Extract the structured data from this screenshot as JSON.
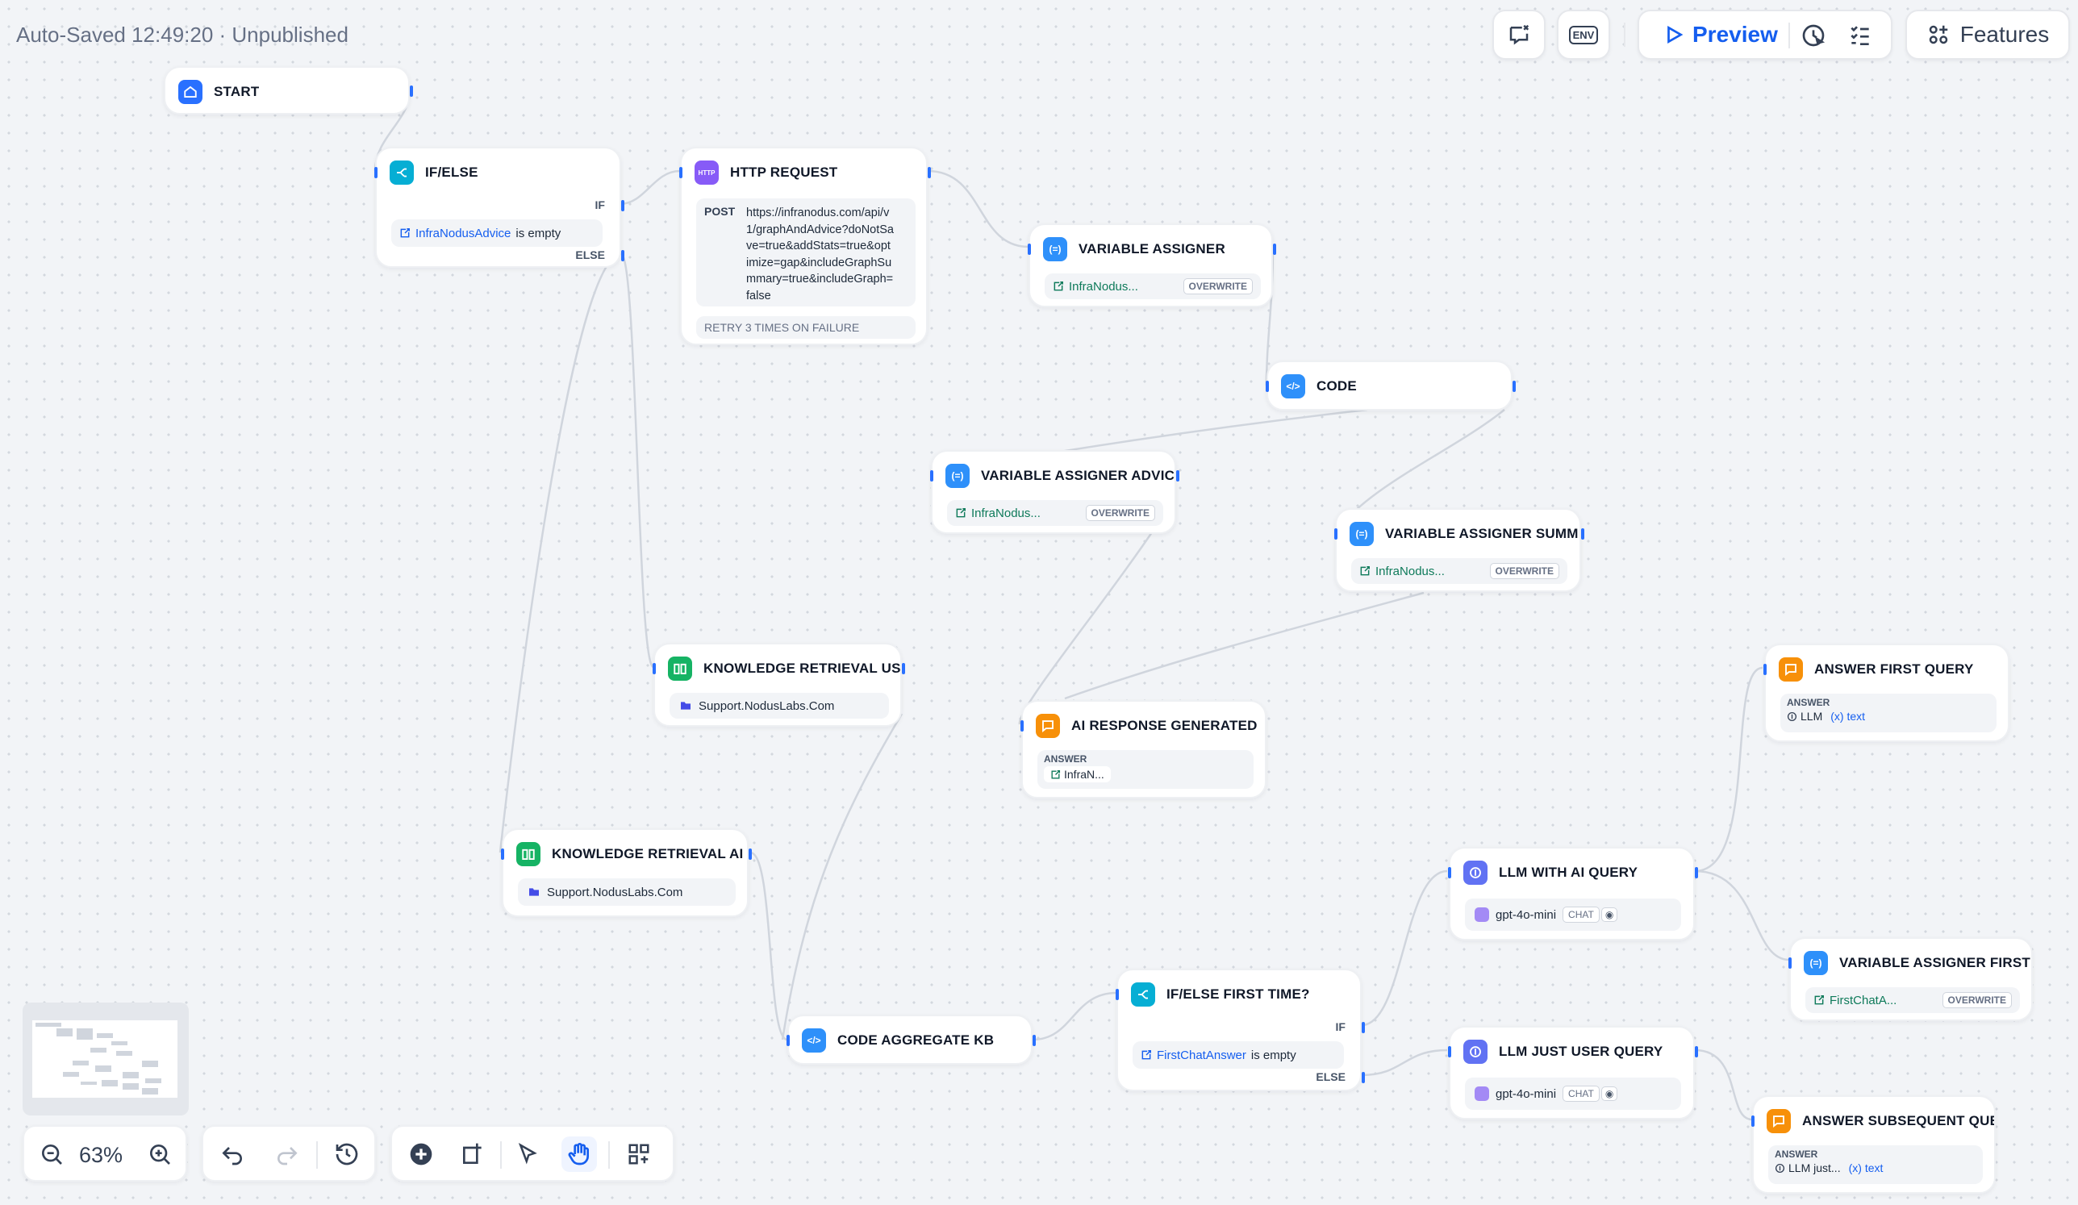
{
  "topbar": {
    "status": "Auto-Saved 12:49:20 · Unpublished",
    "preview_label": "Preview",
    "features_label": "Features",
    "env_label": "ENV"
  },
  "nodes": {
    "start": {
      "title": "START"
    },
    "ifelse1": {
      "title": "IF/ELSE",
      "if_label": "IF",
      "else_label": "ELSE",
      "var": "InfraNodusAdvice",
      "op": "is empty"
    },
    "http": {
      "title": "HTTP REQUEST",
      "icon_text": "HTTP",
      "method": "POST",
      "url_lines": [
        "https://infranodus.com/api/v",
        "1/graphAndAdvice?doNotSa",
        "ve=true&addStats=true&opt",
        "imize=gap&includeGraphSu",
        "mmary=true&includeGraph=",
        "false"
      ],
      "retry": "RETRY 3 TIMES ON FAILURE"
    },
    "var_assigner": {
      "title": "VARIABLE ASSIGNER",
      "var": "InfraNodus...",
      "badge": "OVERWRITE"
    },
    "code": {
      "title": "CODE"
    },
    "var_advice": {
      "title": "VARIABLE ASSIGNER ADVIC",
      "var": "InfraNodus...",
      "badge": "OVERWRITE"
    },
    "var_summ": {
      "title": "VARIABLE ASSIGNER SUMM",
      "var": "InfraNodus...",
      "badge": "OVERWRITE"
    },
    "kr_us": {
      "title": "KNOWLEDGE RETRIEVAL US",
      "kb": "Support.NodusLabs.Com"
    },
    "kr_ai": {
      "title": "KNOWLEDGE RETRIEVAL AI",
      "kb": "Support.NodusLabs.Com"
    },
    "ai_resp": {
      "title": "AI RESPONSE GENERATED",
      "cap": "ANSWER",
      "var": "InfraN..."
    },
    "answer_first": {
      "title": "ANSWER FIRST QUERY",
      "cap": "ANSWER",
      "src": "LLM",
      "var": "text"
    },
    "llm_ai": {
      "title": "LLM WITH AI QUERY",
      "model": "gpt-4o-mini",
      "badge": "CHAT"
    },
    "var_first": {
      "title": "VARIABLE ASSIGNER FIRST",
      "var": "FirstChatA...",
      "badge": "OVERWRITE"
    },
    "ifelse2": {
      "title": "IF/ELSE FIRST TIME?",
      "if_label": "IF",
      "else_label": "ELSE",
      "var": "FirstChatAnswer",
      "op": "is empty"
    },
    "code_agg": {
      "title": "CODE AGGREGATE KB"
    },
    "llm_user": {
      "title": "LLM JUST USER QUERY",
      "model": "gpt-4o-mini",
      "badge": "CHAT"
    },
    "answer_sub": {
      "title": "ANSWER SUBSEQUENT QUE",
      "cap": "ANSWER",
      "src": "LLM just...",
      "var": "text"
    }
  },
  "bottombar": {
    "zoom": "63%"
  },
  "colors": {
    "accent": "#155eef",
    "edge": "#d0d5dd",
    "handle": "#2970ff",
    "start": "#2970ff",
    "ifelse": "#06aed4",
    "http": "#875bf7",
    "assigner": "#2e90fa",
    "knowledge": "#16b364",
    "answer": "#f79009",
    "llm": "#6172f3"
  }
}
